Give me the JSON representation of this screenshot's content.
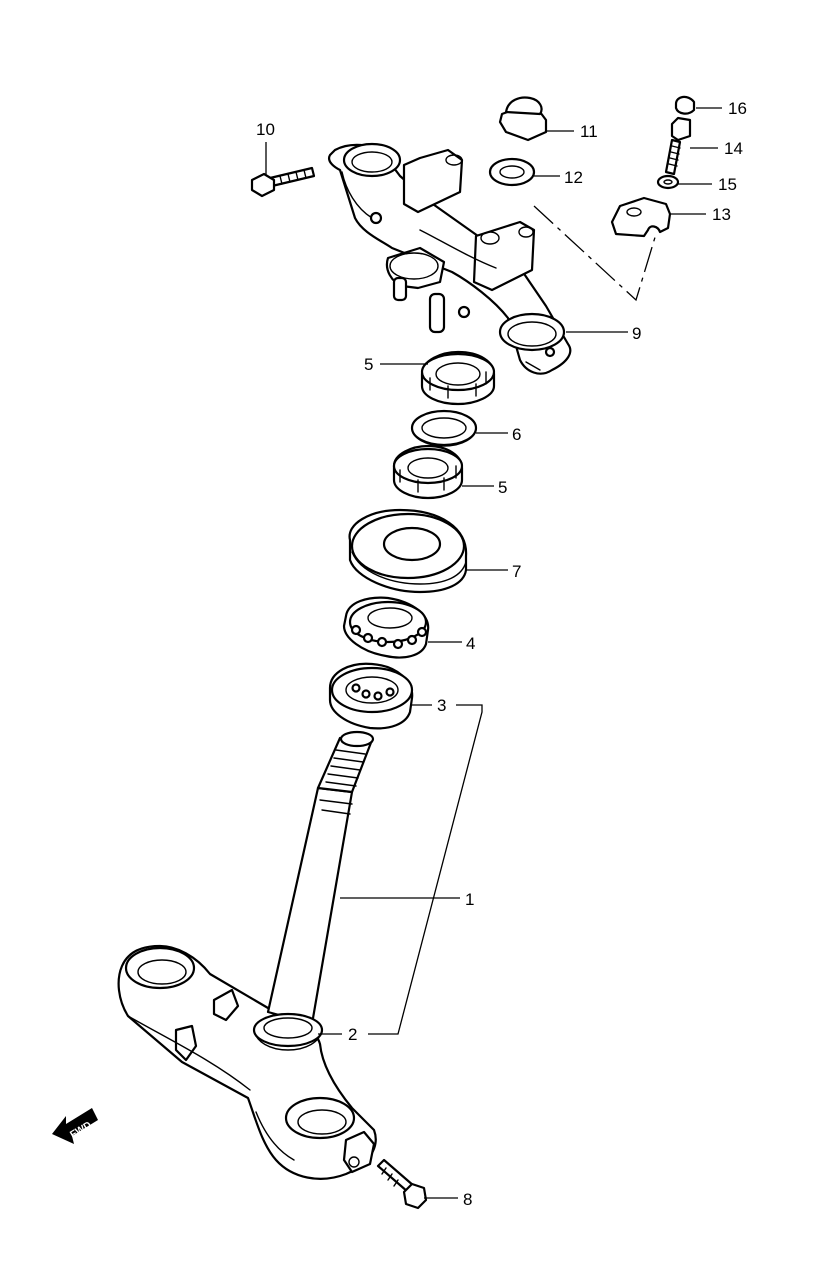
{
  "diagram": {
    "callouts": {
      "c1": "1",
      "c2": "2",
      "c3": "3",
      "c4": "4",
      "c5a": "5",
      "c5b": "5",
      "c6": "6",
      "c7": "7",
      "c8": "8",
      "c9": "9",
      "c10": "10",
      "c11": "11",
      "c12": "12",
      "c13": "13",
      "c14": "14",
      "c15": "15",
      "c16": "16"
    },
    "fwd_label": "FWD"
  }
}
